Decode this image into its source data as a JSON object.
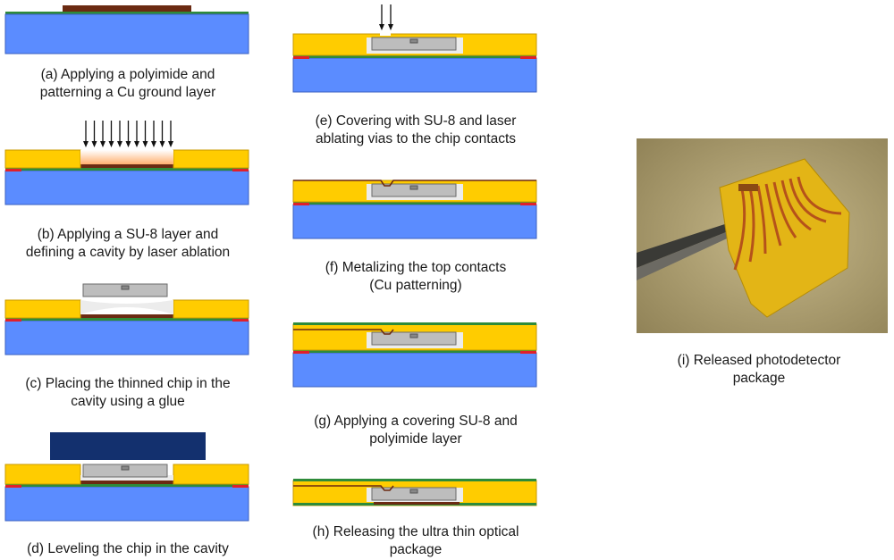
{
  "colors": {
    "substrate": "#5b8cff",
    "substrate_edge": "#3a5fc0",
    "polyimide": "#2e8b3a",
    "su8": "#ffcc00",
    "su8_edge": "#c89a00",
    "copper": "#6b2a12",
    "red_pad": "#e0202a",
    "chip": "#bdbdbd",
    "chip_edge": "#6a6a6a",
    "glue": "#ececec",
    "leveler": "#13306e",
    "arrow": "#111111"
  },
  "steps": [
    {
      "id": "a",
      "caption": "(a) Applying a polyimide and\npatterning a Cu ground layer"
    },
    {
      "id": "b",
      "caption": "(b) Applying a SU-8 layer and\ndefining a cavity by laser ablation"
    },
    {
      "id": "c",
      "caption": "(c) Placing the thinned chip in the\ncavity using a glue"
    },
    {
      "id": "d",
      "caption": "(d) Leveling the chip in the cavity"
    },
    {
      "id": "e",
      "caption": "(e) Covering with SU-8 and laser\nablating vias to the chip contacts"
    },
    {
      "id": "f",
      "caption": "(f) Metalizing the top contacts\n(Cu patterning)"
    },
    {
      "id": "g",
      "caption": "(g) Applying a covering SU-8 and\npolyimide layer"
    },
    {
      "id": "h",
      "caption": "(h) Releasing the ultra thin optical\npackage"
    },
    {
      "id": "i",
      "caption": "(i) Released photodetector\npackage",
      "photo_icon": "tweezers-holding-flexible-package-icon"
    }
  ]
}
